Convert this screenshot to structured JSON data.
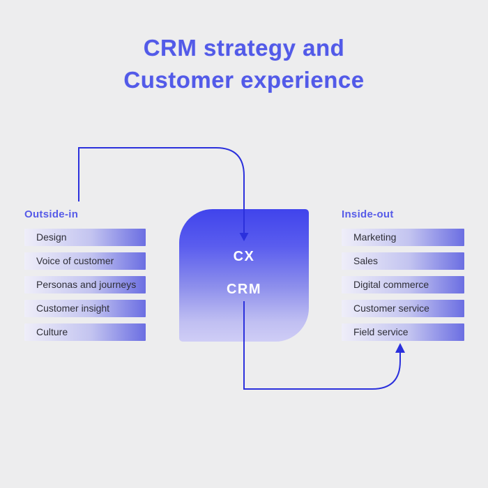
{
  "title": {
    "line1": "CRM strategy and",
    "line2": "Customer experience"
  },
  "left_panel": {
    "header": "Outside-in",
    "items": [
      "Design",
      "Voice of customer",
      "Personas and journeys",
      "Customer insight",
      "Culture"
    ]
  },
  "right_panel": {
    "header": "Inside-out",
    "items": [
      "Marketing",
      "Sales",
      "Digital commerce",
      "Customer service",
      "Field service"
    ]
  },
  "center_box": {
    "cx": "CX",
    "crm": "CRM"
  },
  "colors": {
    "background": "#ededee",
    "title_text": "#525ae8",
    "panel_header_text": "#565be8",
    "bar_gradient_start": "#efeef9",
    "bar_gradient_end": "#6b6ee2",
    "bar_text": "#2e2e37",
    "box_gradient_top": "#4044ec",
    "box_gradient_bottom": "#cfcdf6",
    "box_label_text": "#ffffff",
    "arrow_stroke": "#2b30dc"
  }
}
